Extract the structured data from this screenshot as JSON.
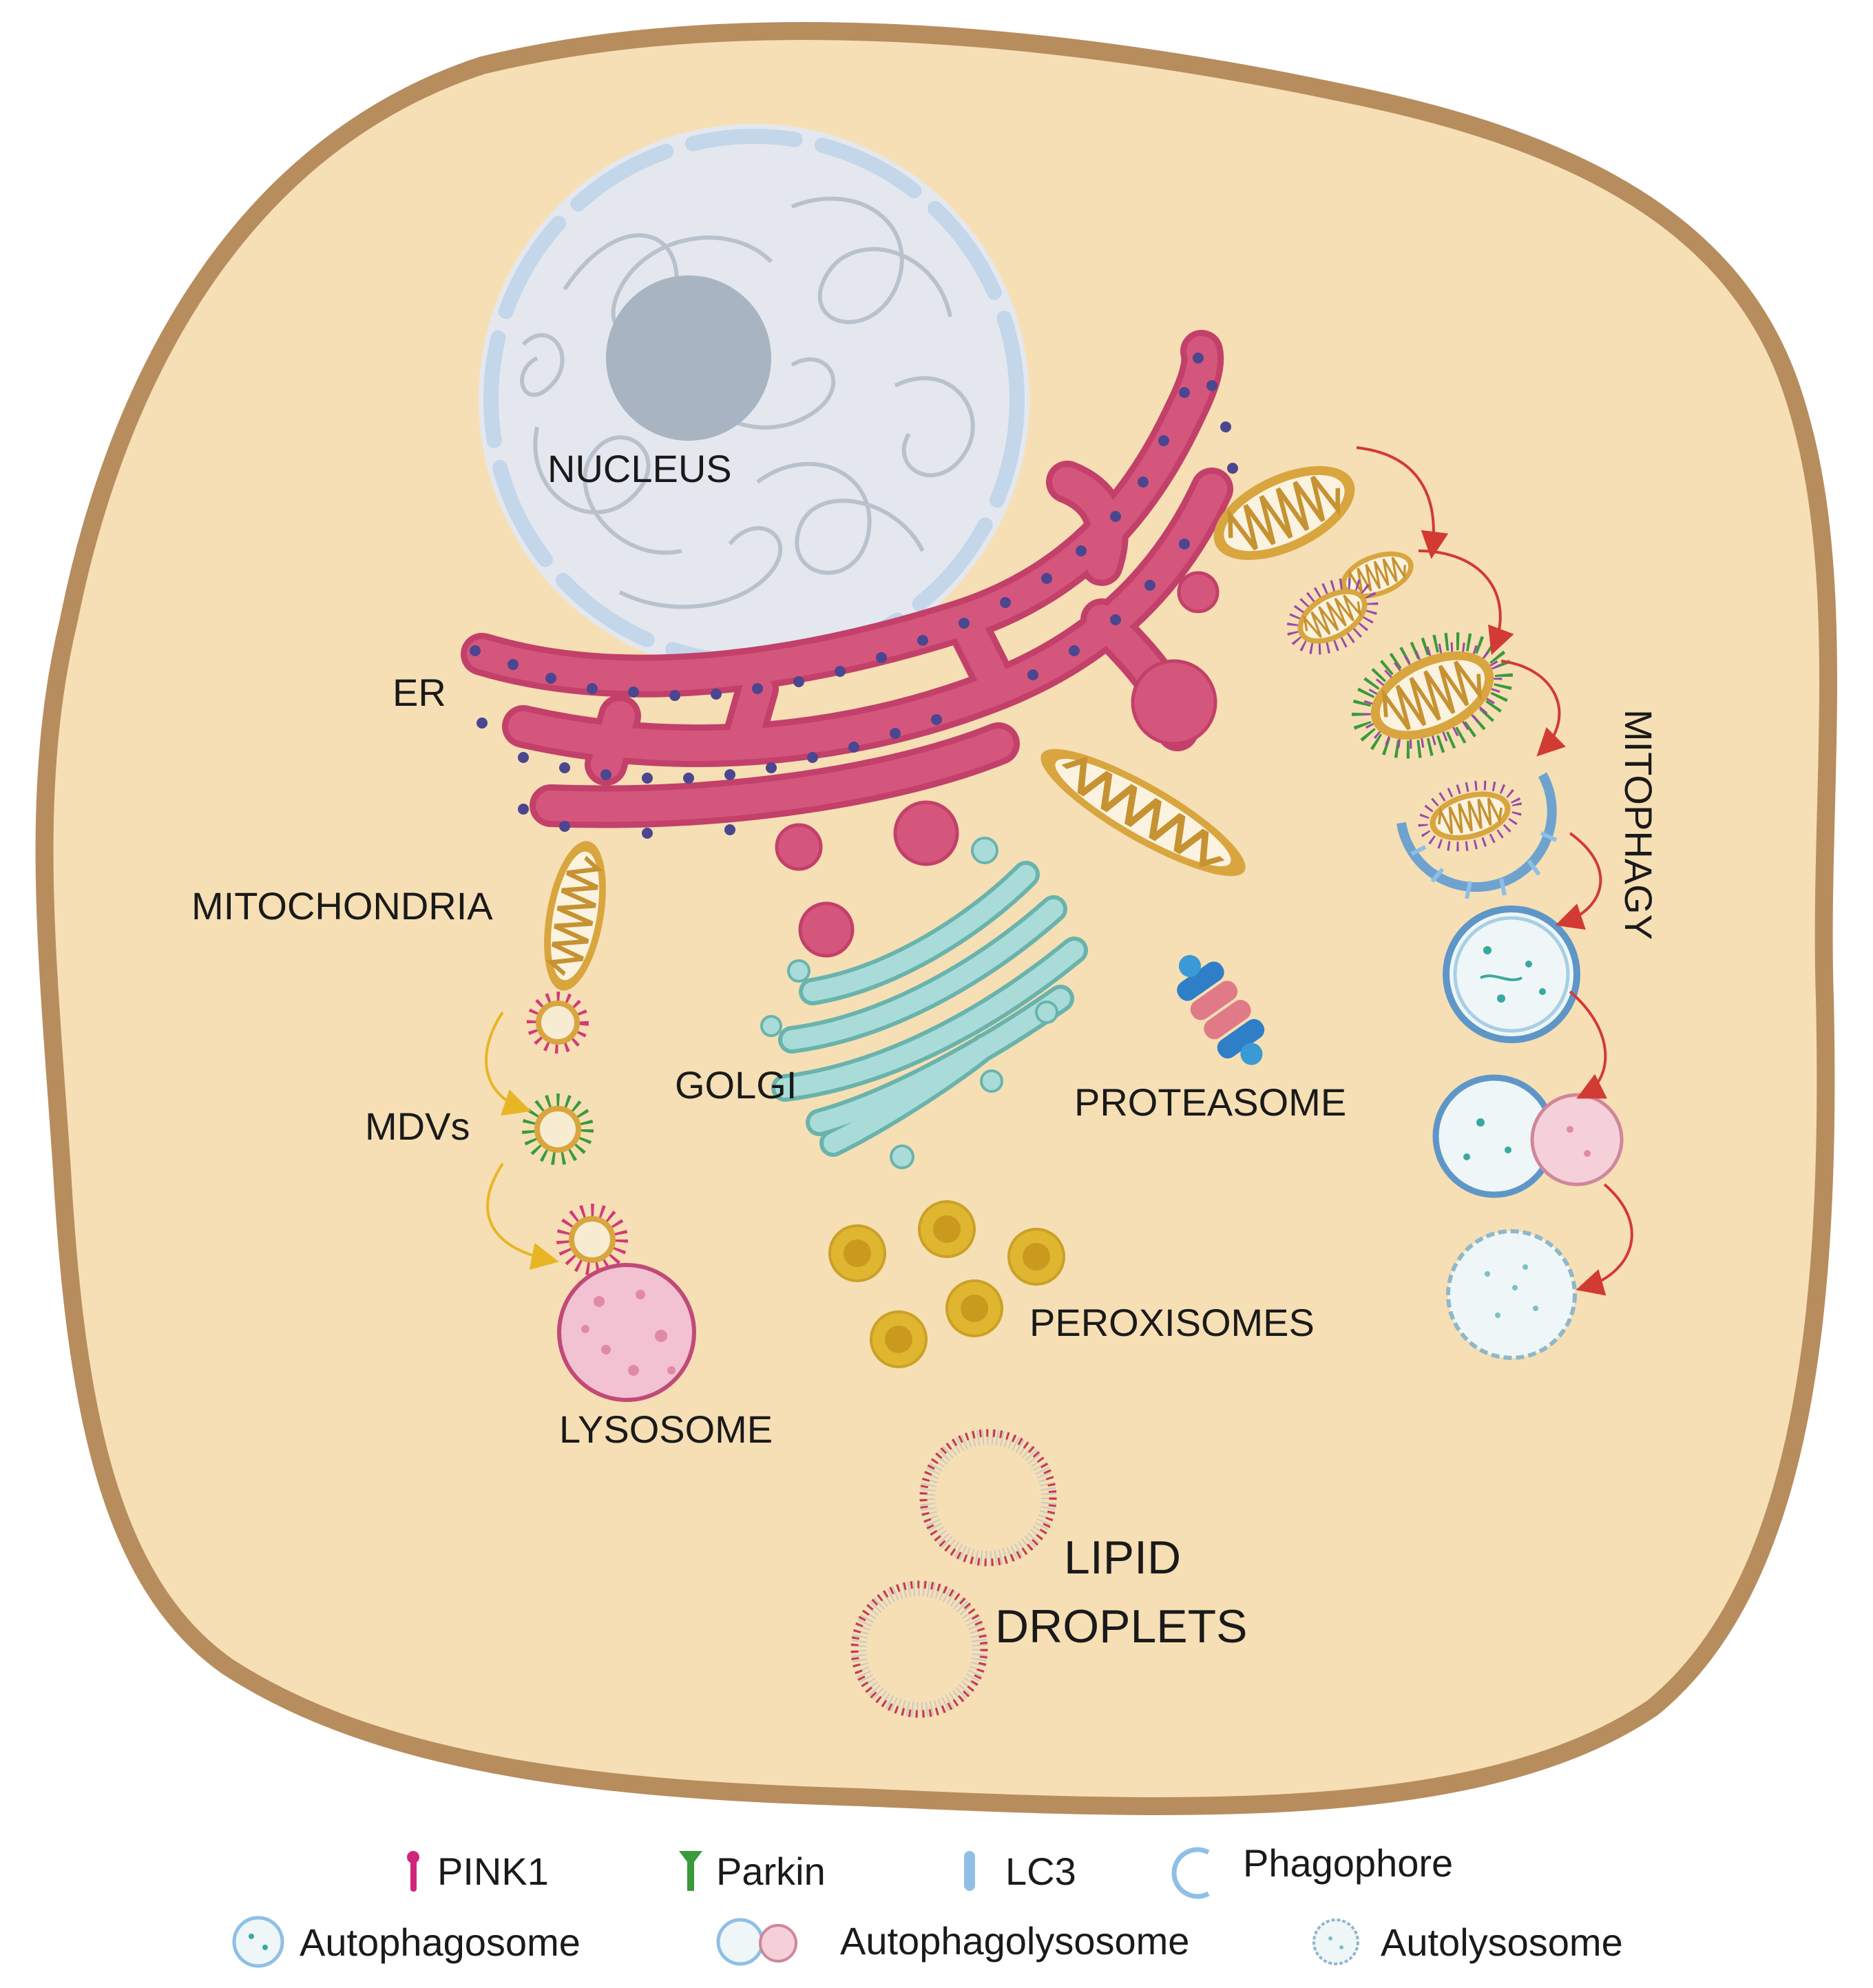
{
  "labels": {
    "nucleus": "NUCLEUS",
    "er": "ER",
    "mitochondria": "MITOCHONDRIA",
    "mdvs": "MDVs",
    "golgi": "GOLGI",
    "proteasome": "PROTEASOME",
    "lysosome": "LYSOSOME",
    "peroxisomes": "PEROXISOMES",
    "lipid_line1": "LIPID",
    "lipid_line2": "DROPLETS",
    "mitophagy": "MITOPHAGY"
  },
  "legend": {
    "pink1": "PINK1",
    "parkin": "Parkin",
    "lc3": "LC3",
    "phagophore": "Phagophore",
    "autophagosome": "Autophagosome",
    "autophagolysosome": "Autophagolysosome",
    "autolysosome": "Autolysosome"
  },
  "colors": {
    "cytoplasm": "#f6dfb4",
    "membrane": "#b78d5e",
    "nucleus": "#e4e8ee",
    "nucleolus": "#a8b4c2",
    "er": "#d5567c",
    "ribosome": "#4b4690",
    "mitochondria": "#d9a53e",
    "golgi": "#a9dcd8",
    "lysosome": "#f2c2d2",
    "peroxisome": "#e0b530",
    "pink1": "#d0257a",
    "parkin": "#3a9a3a",
    "lc3": "#8fbfe6",
    "arrow_red": "#d23a34",
    "arrow_yellow": "#e8b524"
  }
}
